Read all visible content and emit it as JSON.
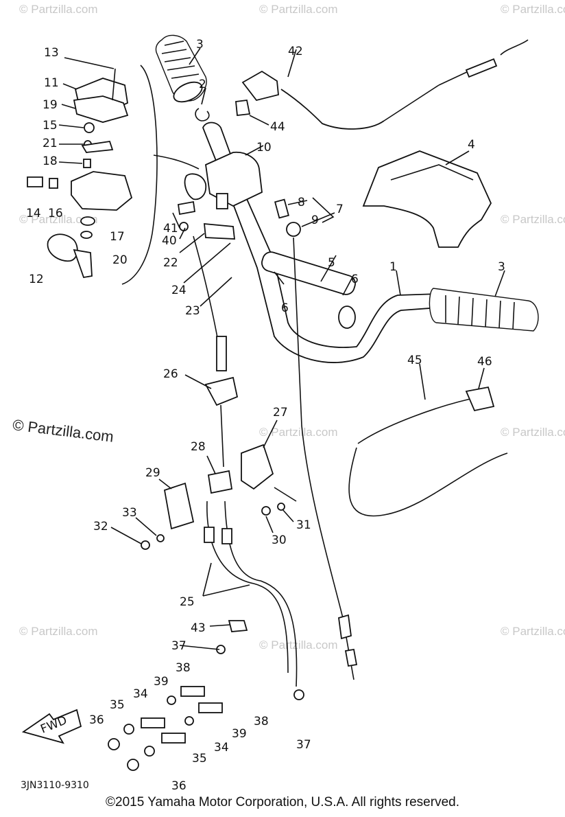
{
  "watermarks": {
    "text": "© Partzilla.com",
    "main": "© Partzilla.com"
  },
  "diagram_code": "3JN3110-9310",
  "fwd_label": "FWD",
  "copyright": "©2015  Yamaha Motor Corporation, U.S.A. All rights reserved.",
  "callouts": [
    "1",
    "2",
    "3",
    "3",
    "4",
    "5",
    "6",
    "6",
    "7",
    "8",
    "9",
    "10",
    "11",
    "12",
    "13",
    "14",
    "15",
    "16",
    "17",
    "18",
    "19",
    "20",
    "21",
    "22",
    "23",
    "24",
    "25",
    "26",
    "27",
    "28",
    "29",
    "30",
    "31",
    "32",
    "33",
    "34",
    "34",
    "35",
    "35",
    "36",
    "36",
    "37",
    "37",
    "38",
    "38",
    "39",
    "39",
    "40",
    "41",
    "42",
    "43",
    "44",
    "45",
    "46"
  ]
}
